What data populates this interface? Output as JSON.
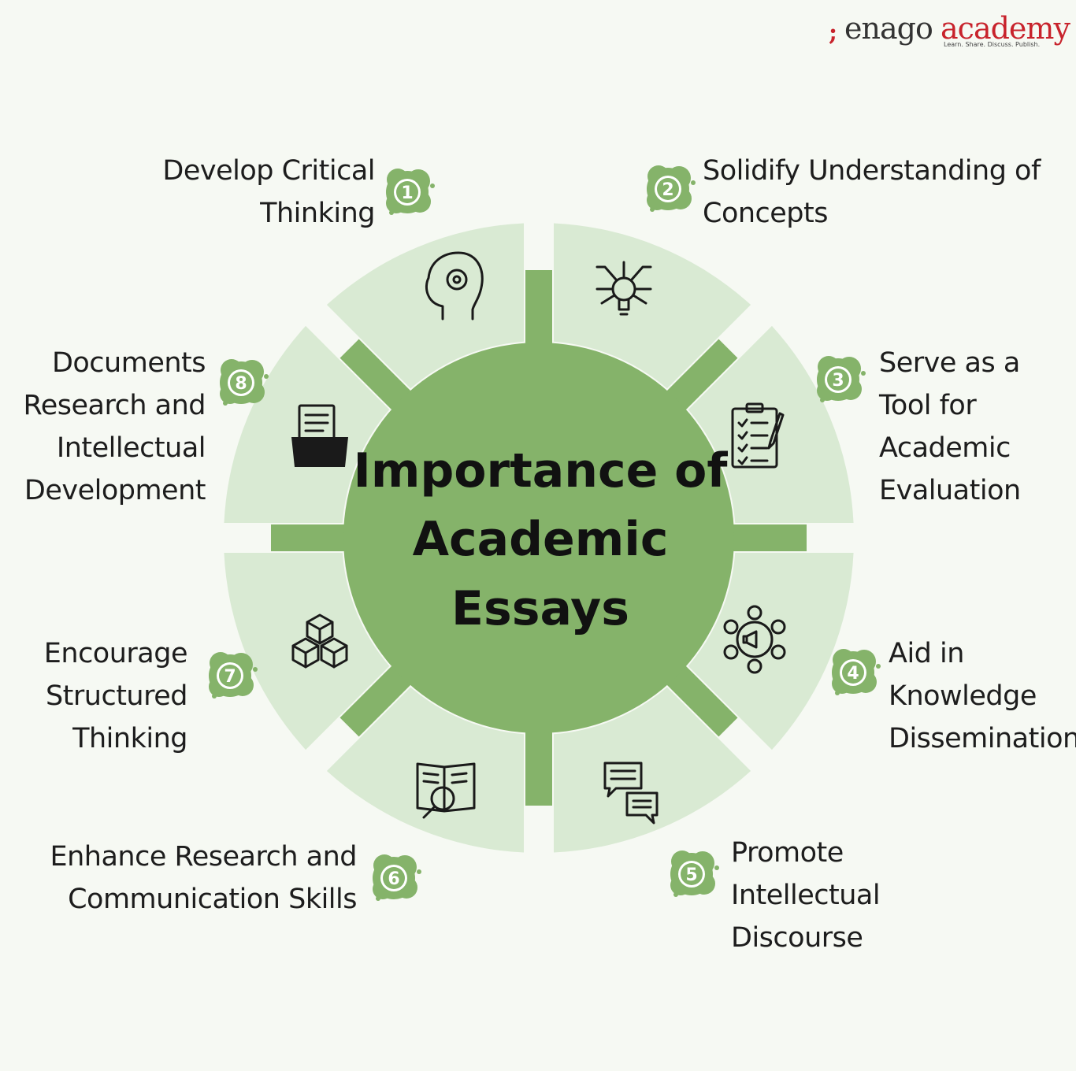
{
  "brand": {
    "mark": ";",
    "name_part1": "enago",
    "name_part2": "academy",
    "tagline": "Learn. Share. Discuss. Publish."
  },
  "center": {
    "title_lines": [
      "Importance of",
      "Academic",
      "Essays"
    ]
  },
  "colors": {
    "background": "#f6f9f3",
    "light_green": "#d9ead3",
    "mid_green": "#85b36a",
    "dark_text": "#111111",
    "badge_text": "#ffffff",
    "brand_red": "#c8232c"
  },
  "items": [
    {
      "number": "1",
      "lines": [
        "Develop Critical",
        "Thinking"
      ],
      "icon": "brain-gear-icon"
    },
    {
      "number": "2",
      "lines": [
        "Solidify Understanding of",
        "Concepts"
      ],
      "icon": "lightbulb-circuit-icon"
    },
    {
      "number": "3",
      "lines": [
        "Serve as a",
        "Tool for",
        "Academic",
        "Evaluation"
      ],
      "icon": "clipboard-checklist-icon"
    },
    {
      "number": "4",
      "lines": [
        "Aid in",
        "Knowledge",
        "Dissemination"
      ],
      "icon": "network-megaphone-icon"
    },
    {
      "number": "5",
      "lines": [
        "Promote",
        "Intellectual",
        "Discourse"
      ],
      "icon": "chat-bubbles-icon"
    },
    {
      "number": "6",
      "lines": [
        "Enhance Research and",
        "Communication Skills"
      ],
      "icon": "book-magnifier-icon"
    },
    {
      "number": "7",
      "lines": [
        "Encourage",
        "Structured",
        "Thinking"
      ],
      "icon": "stacked-cubes-icon"
    },
    {
      "number": "8",
      "lines": [
        "Documents",
        "Research and",
        "Intellectual",
        "Development"
      ],
      "icon": "file-folder-icon"
    }
  ]
}
